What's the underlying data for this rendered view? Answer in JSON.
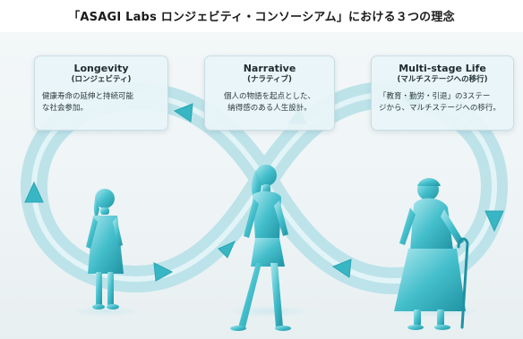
{
  "title": "「ASAGI Labs ロンジェビティ・コンソーシアム」における３つの理念",
  "cards": [
    {
      "title": "Longevity",
      "subtitle": "(ロンジェビティ)",
      "body_lines": [
        "健康寿命の延伸と持続可能",
        "な社会参加。"
      ]
    },
    {
      "title": "Narrative",
      "subtitle": "(ナラティブ)",
      "body_lines": [
        "個人の物語を起点とした、",
        "納得感のある人生設計。"
      ]
    },
    {
      "title": "Multi-stage Life",
      "subtitle": "(マルチステージへの移行)",
      "body_lines": [
        "「教育・勤労・引退」の3ステー",
        "ジから、マルチステージへの移行。"
      ]
    }
  ],
  "figures": [
    "child",
    "adult-woman",
    "elderly-woman-with-cane"
  ],
  "colors": {
    "loop_band": "#bfe3ea",
    "loop_band_edge": "#9fd3dc",
    "arrow": "#38b6c4",
    "figure": "#2fb3c2",
    "figure_light": "#8fdbe3",
    "card_bg": "#e8f4f7"
  }
}
